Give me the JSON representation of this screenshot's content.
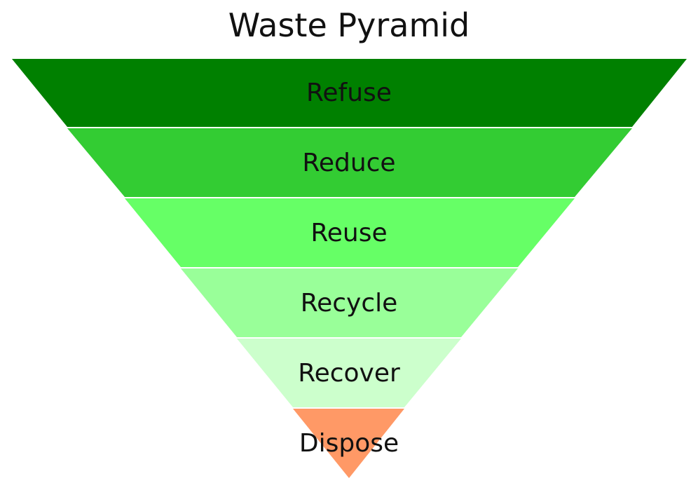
{
  "title": "Waste Pyramid",
  "levels": [
    {
      "label": "Refuse",
      "color": "#008000"
    },
    {
      "label": "Reduce",
      "color": "#33cc33"
    },
    {
      "label": "Reuse",
      "color": "#66ff66"
    },
    {
      "label": "Recycle",
      "color": "#99ff99"
    },
    {
      "label": "Recover",
      "color": "#ccffcc"
    },
    {
      "label": "Dispose",
      "color": "#ff9966"
    }
  ]
}
